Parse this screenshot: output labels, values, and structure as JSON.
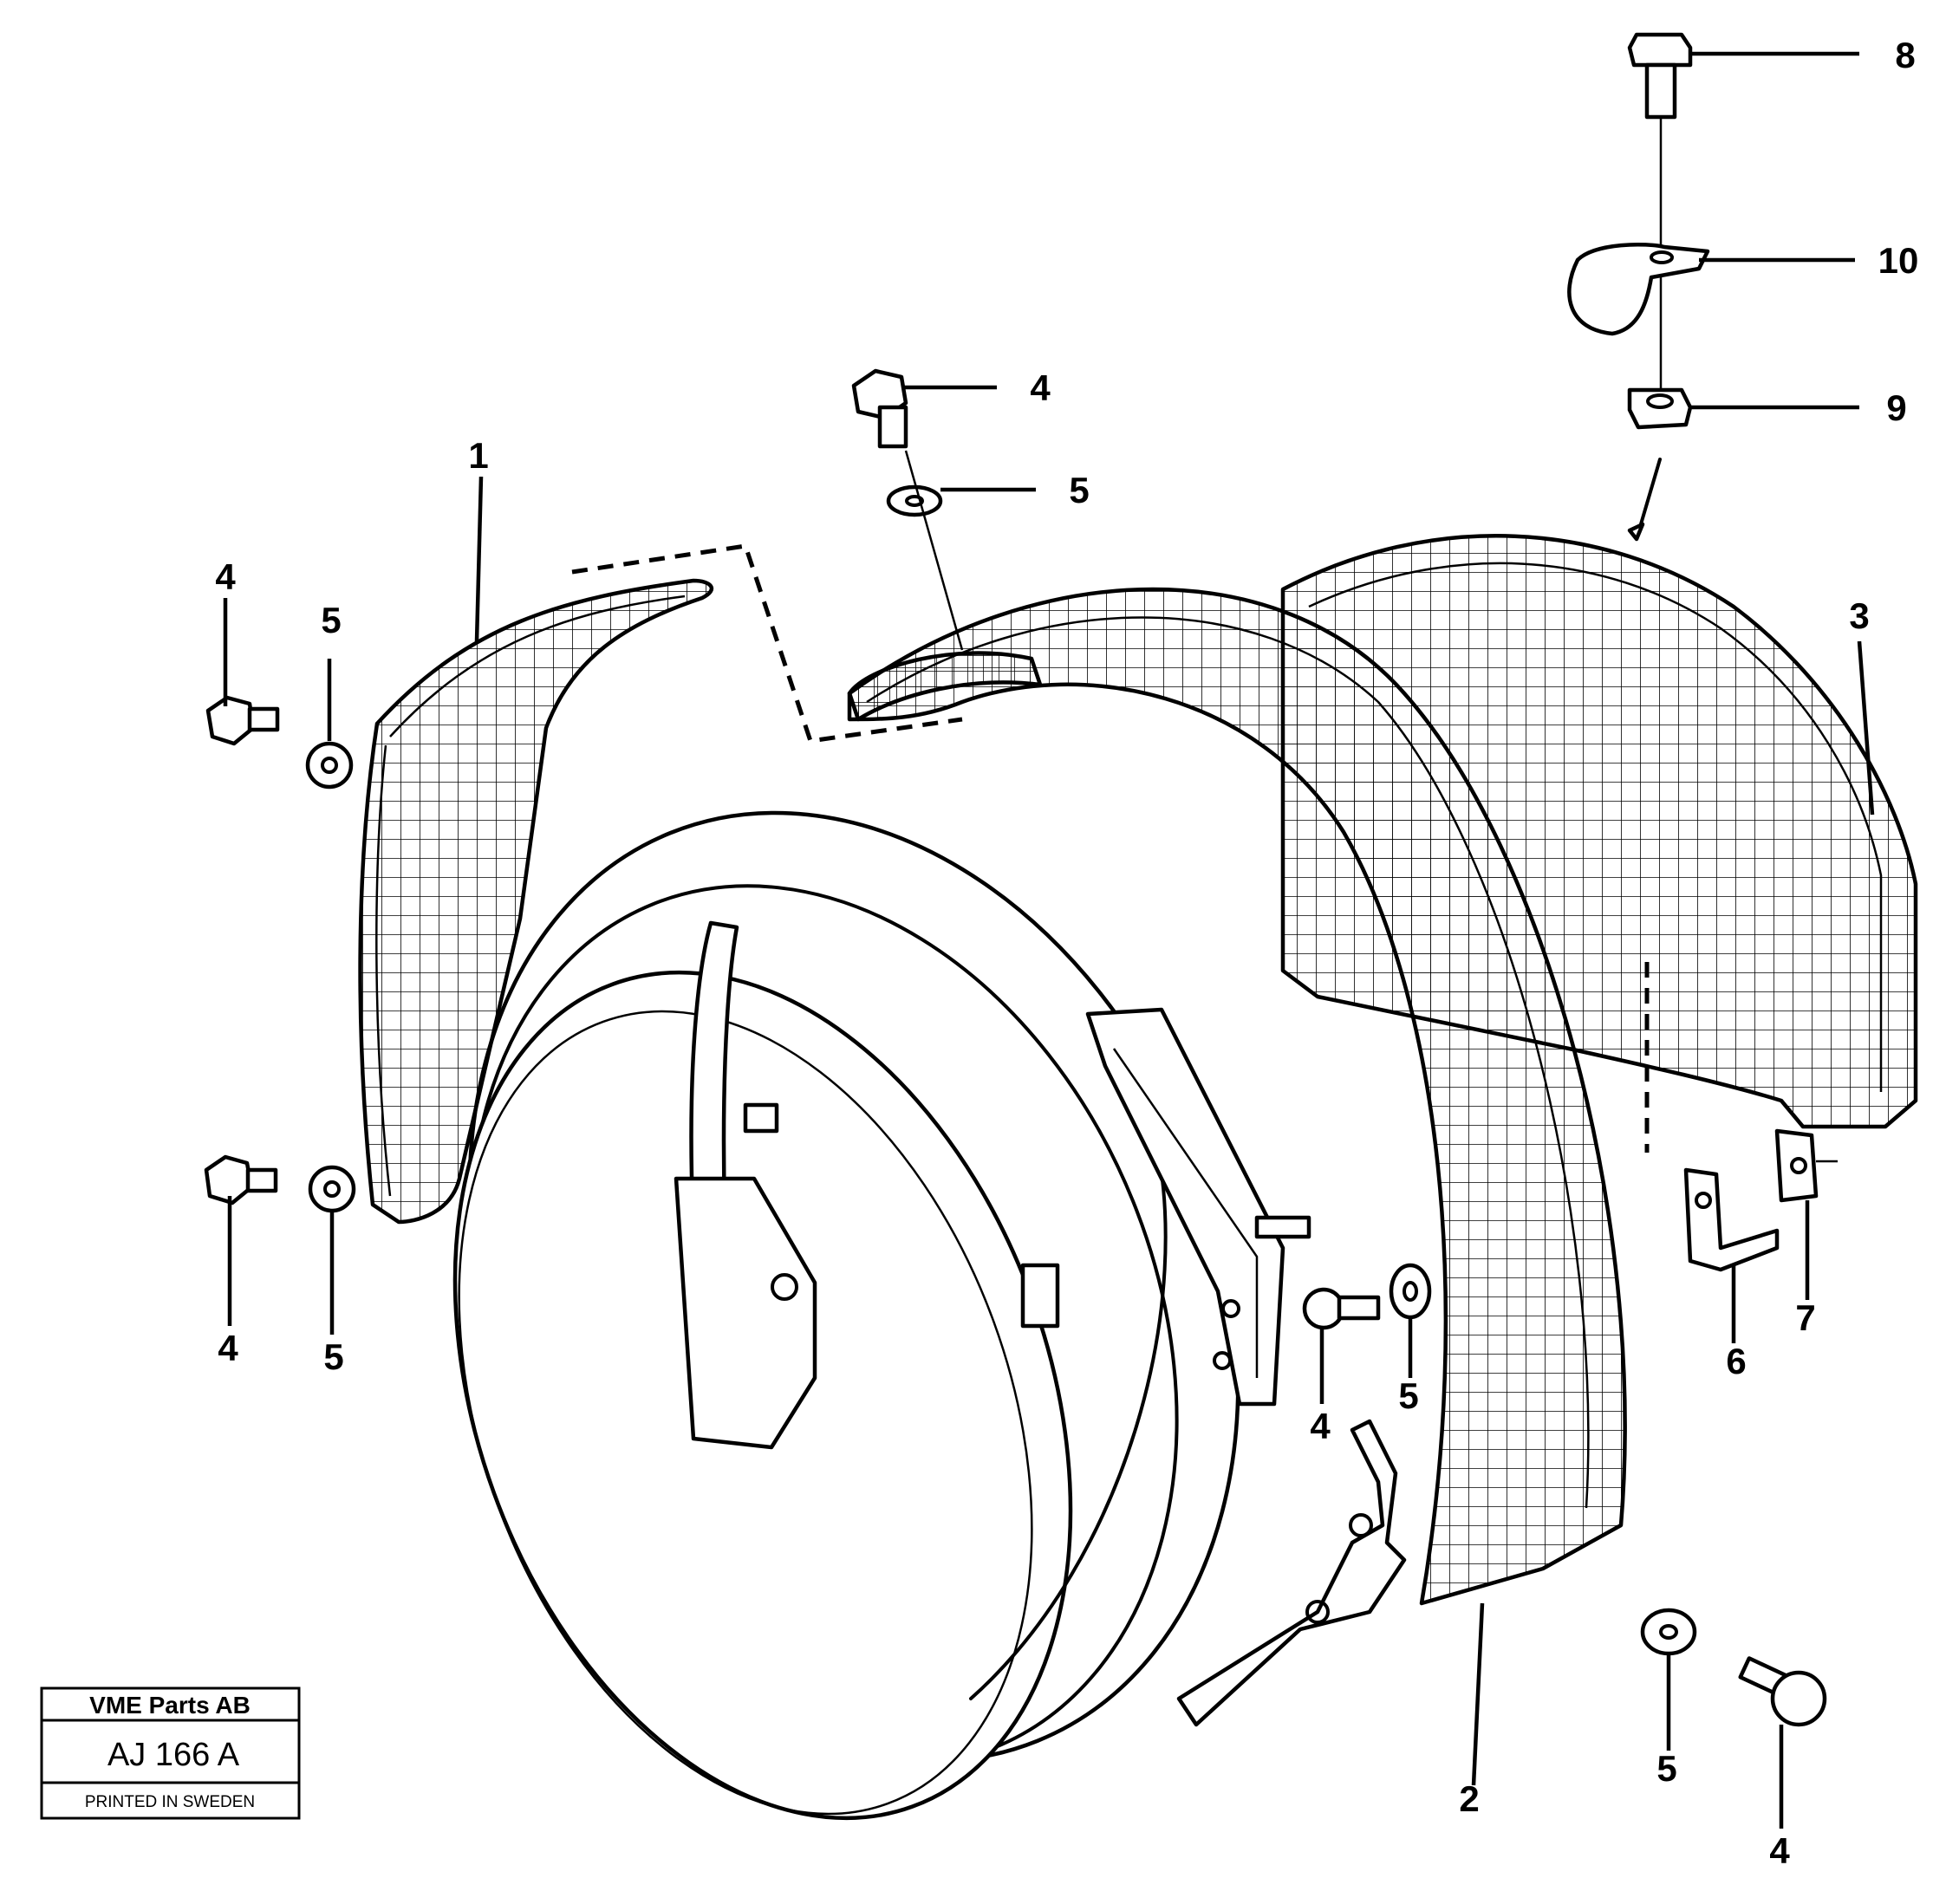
{
  "drawing": {
    "callouts": [
      {
        "id": "c1",
        "label": "1"
      },
      {
        "id": "c2",
        "label": "2"
      },
      {
        "id": "c3",
        "label": "3"
      },
      {
        "id": "c4a",
        "label": "4"
      },
      {
        "id": "c4b",
        "label": "4"
      },
      {
        "id": "c4c",
        "label": "4"
      },
      {
        "id": "c4d",
        "label": "4"
      },
      {
        "id": "c4e",
        "label": "4"
      },
      {
        "id": "c5a",
        "label": "5"
      },
      {
        "id": "c5b",
        "label": "5"
      },
      {
        "id": "c5c",
        "label": "5"
      },
      {
        "id": "c5d",
        "label": "5"
      },
      {
        "id": "c5e",
        "label": "5"
      },
      {
        "id": "c6",
        "label": "6"
      },
      {
        "id": "c7",
        "label": "7"
      },
      {
        "id": "c8",
        "label": "8"
      },
      {
        "id": "c9",
        "label": "9"
      },
      {
        "id": "c10",
        "label": "10"
      }
    ]
  },
  "title_block": {
    "company": "VME Parts AB",
    "drawing_code": "AJ 166  A",
    "printed": "PRINTED IN SWEDEN"
  }
}
